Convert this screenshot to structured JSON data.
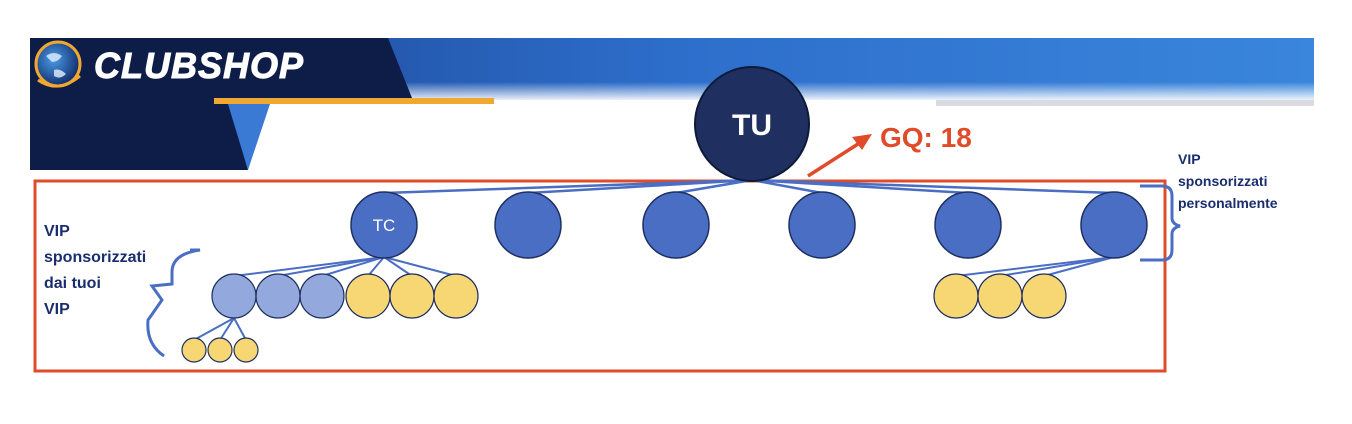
{
  "header": {
    "logo_text": "CLUBSHOP"
  },
  "root": {
    "label": "TU",
    "gq_label": "GQ: 18"
  },
  "level1": {
    "first_label": "TC",
    "count": 6
  },
  "annotations": {
    "right_line1": "VIP",
    "right_line2": "sponsorizzati",
    "right_line3": "personalmente",
    "left_line1": "VIP",
    "left_line2": "sponsorizzati",
    "left_line3": "dai tuoi",
    "left_line4": "VIP"
  },
  "colors": {
    "header_dark": "#0e1d48",
    "header_blue": "#2d6ecb",
    "accent_gold": "#f0a830",
    "root_node": "#1f3060",
    "level1_node": "#4a6ec4",
    "level2_light": "#93a8dc",
    "yellow_node": "#f7d774",
    "frame_red": "#e04b2a",
    "text_navy": "#1a2e6e"
  }
}
